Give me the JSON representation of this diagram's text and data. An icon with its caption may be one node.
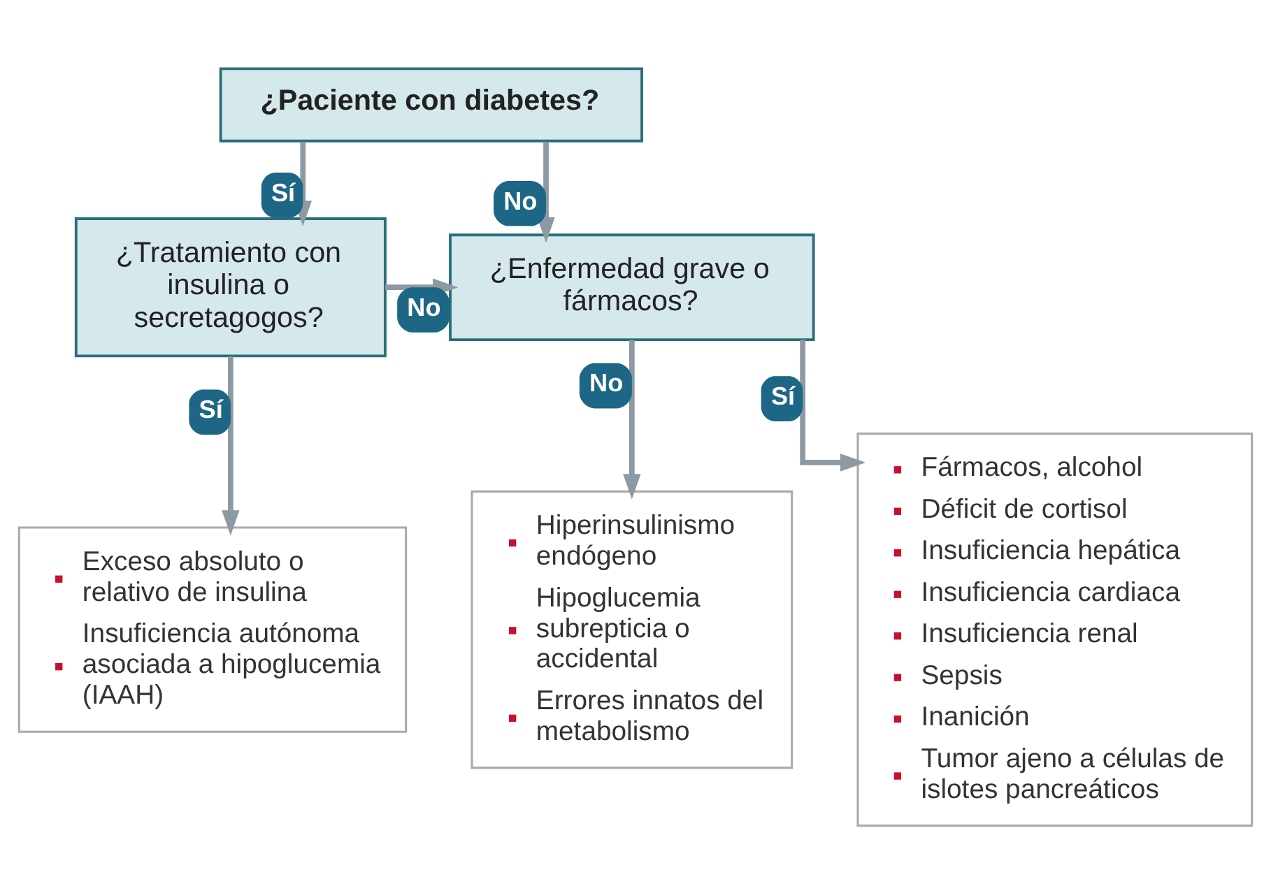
{
  "diagram": {
    "nodes": [
      {
        "text": [
          "¿Paciente con diabetes?"
        ]
      },
      {
        "text": [
          "¿Tratamiento con insulina o secretagogos?"
        ]
      },
      {
        "text": [
          "¿Enfermedad grave o fármacos?"
        ]
      },
      {
        "text": [
          "Exceso absoluto o relativo de insulina",
          "Insuficiencia autónoma asociada a hipoglucemia (IAAH)"
        ]
      },
      {
        "text": [
          "Hiperinsulinismo endógeno",
          "Hipoglucemia subrepticia o accidental",
          "Errores innatos del metabolismo"
        ]
      },
      {
        "text": [
          "Fármacos, alcohol",
          "Déficit de cortisol",
          "Insuficiencia hepática",
          "Insuficiencia cardiaca",
          "Insuficiencia renal",
          "Sepsis",
          "Inanición",
          "Tumor ajeno a células de islotes pancreáticos"
        ]
      }
    ],
    "edges": [
      {
        "from": 0,
        "to": 1,
        "arrow": "to",
        "label": "Sí"
      },
      {
        "from": 0,
        "to": 2,
        "arrow": "to",
        "label": "No"
      },
      {
        "from": 1,
        "to": 2,
        "arrow": "to",
        "label": "No"
      },
      {
        "from": 1,
        "to": 3,
        "arrow": "to",
        "label": "Sí"
      },
      {
        "from": 2,
        "to": 4,
        "arrow": "to",
        "label": "No"
      },
      {
        "from": 2,
        "to": 5,
        "arrow": "to",
        "label": "Sí"
      }
    ]
  }
}
